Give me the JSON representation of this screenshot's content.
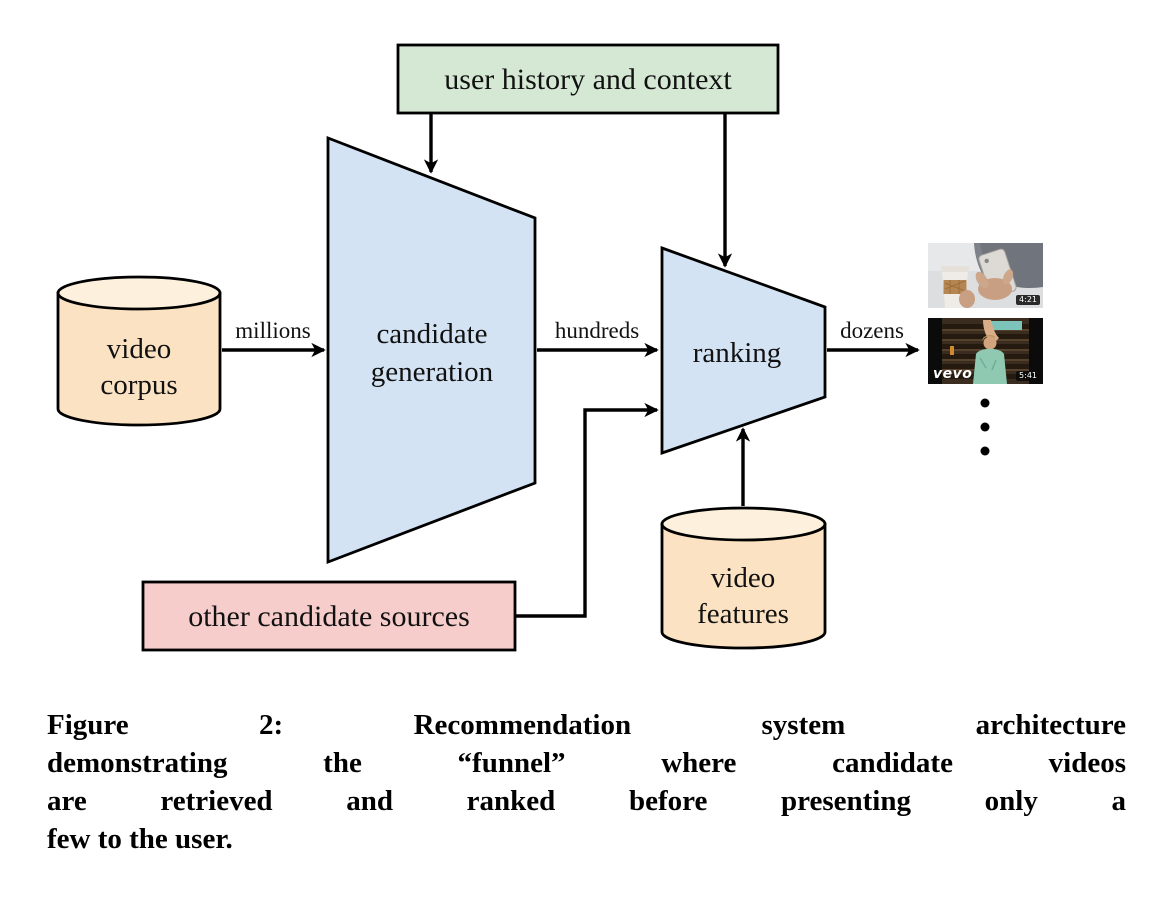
{
  "figure": {
    "nodes": {
      "user_history": {
        "label": "user history and context"
      },
      "candidate_generation": {
        "line1": "candidate",
        "line2": "generation"
      },
      "ranking": {
        "label": "ranking"
      },
      "video_corpus": {
        "line1": "video",
        "line2": "corpus"
      },
      "video_features": {
        "line1": "video",
        "line2": "features"
      },
      "other_sources": {
        "label": "other candidate sources"
      }
    },
    "edge_labels": {
      "millions": "millions",
      "hundreds": "hundreds",
      "dozens": "dozens"
    },
    "thumbnails": {
      "first": {
        "desc": "hands holding phone and coffee",
        "duration": "4:21"
      },
      "second": {
        "desc": "vevo music video, woman stretching",
        "duration": "5:41",
        "logo": "vevo"
      }
    },
    "colors": {
      "green": "#d5e8d4",
      "blue": "#d3e3f3",
      "peach": "#fbe2c2",
      "peach_top": "#fdf0dd",
      "pink": "#f6cdcb",
      "stroke": "#000000"
    }
  },
  "caption": {
    "lines": [
      "Figure 2:  Recommendation system architecture",
      "demonstrating the “funnel” where candidate videos",
      "are retrieved and ranked before presenting only a",
      "few to the user."
    ]
  }
}
